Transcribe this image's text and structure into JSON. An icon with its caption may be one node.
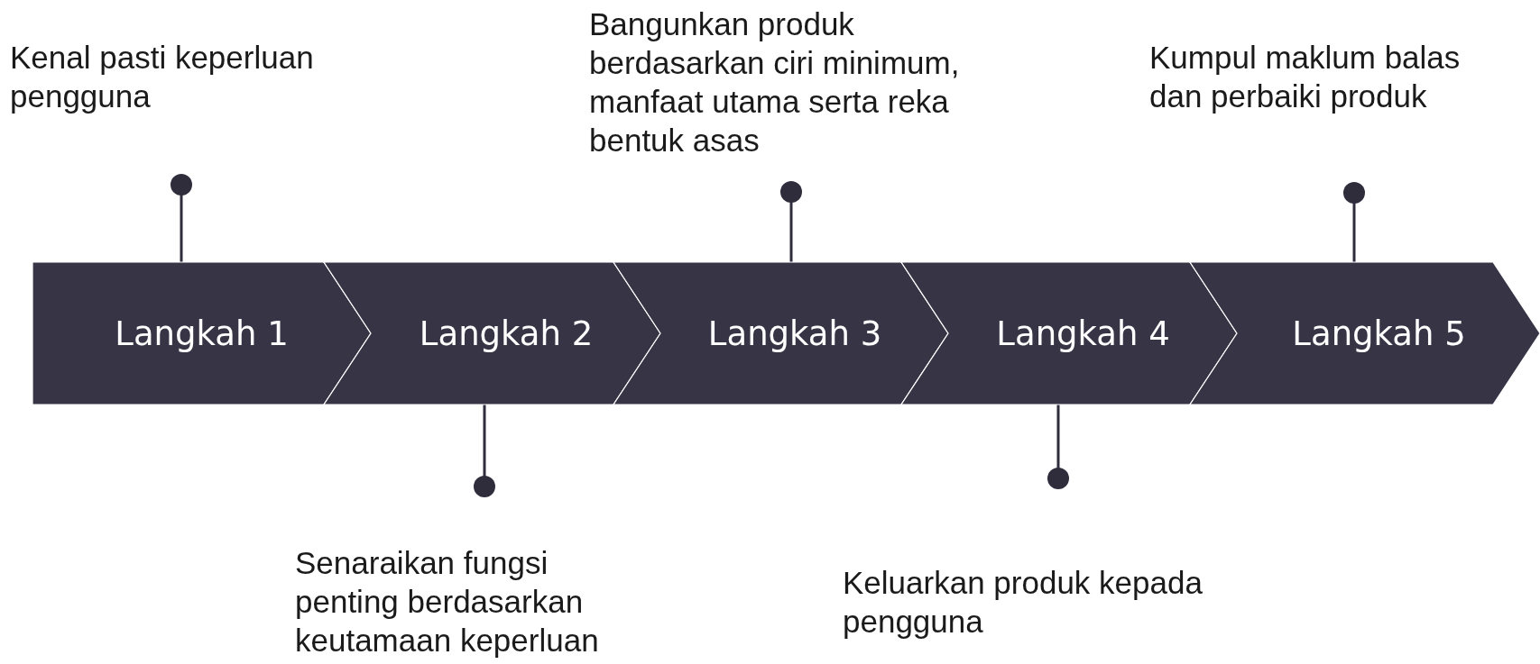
{
  "diagram": {
    "nodes": [
      {
        "text": [
          "Langkah 1"
        ]
      },
      {
        "text": [
          "Langkah 2"
        ]
      },
      {
        "text": [
          "Langkah 3"
        ]
      },
      {
        "text": [
          "Langkah 4"
        ]
      },
      {
        "text": [
          "Langkah 5"
        ]
      },
      {
        "text": [
          "Kenal pasti keperluan pengguna"
        ]
      },
      {
        "text": [
          "Senaraikan fungsi penting berdasarkan keutamaan keperluan"
        ]
      },
      {
        "text": [
          "Bangunkan produk berdasarkan ciri minimum, manfaat utama serta reka bentuk asas"
        ]
      },
      {
        "text": [
          "Keluarkan produk kepada pengguna"
        ]
      },
      {
        "text": [
          "Kumpul maklum balas dan perbaiki produk"
        ]
      }
    ],
    "edges": [
      {
        "from": 5,
        "to": 0,
        "arrow": "other"
      },
      {
        "from": 6,
        "to": 1,
        "arrow": "other"
      },
      {
        "from": 7,
        "to": 2,
        "arrow": "other"
      },
      {
        "from": 8,
        "to": 3,
        "arrow": "other"
      },
      {
        "from": 9,
        "to": 4,
        "arrow": "other"
      }
    ]
  }
}
